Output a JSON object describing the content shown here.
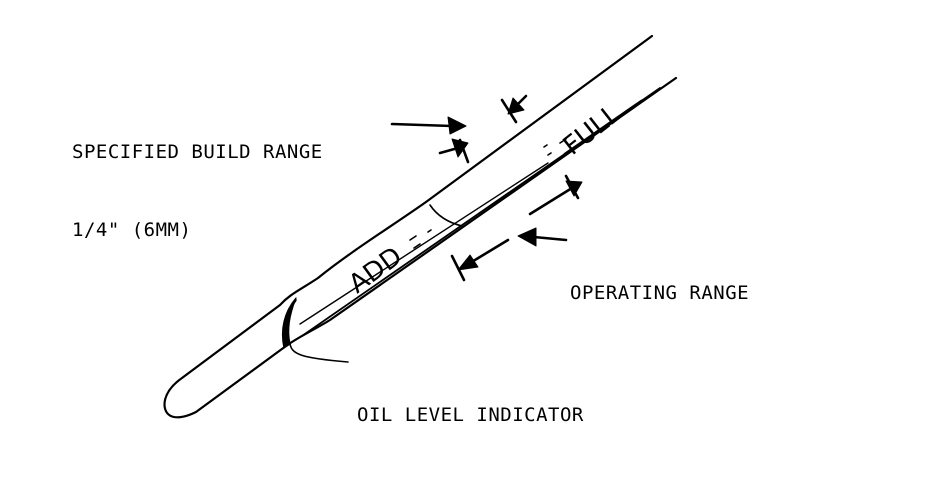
{
  "labels": {
    "specified_build_range": "SPECIFIED BUILD RANGE",
    "build_range_value": "1/4\" (6MM)",
    "operating_range": "OPERATING RANGE",
    "oil_level_indicator": "OIL LEVEL INDICATOR"
  },
  "dipstick_markings": {
    "add": "ADD",
    "full": "FULL"
  },
  "colors": {
    "ink": "#000000",
    "background": "#ffffff"
  }
}
